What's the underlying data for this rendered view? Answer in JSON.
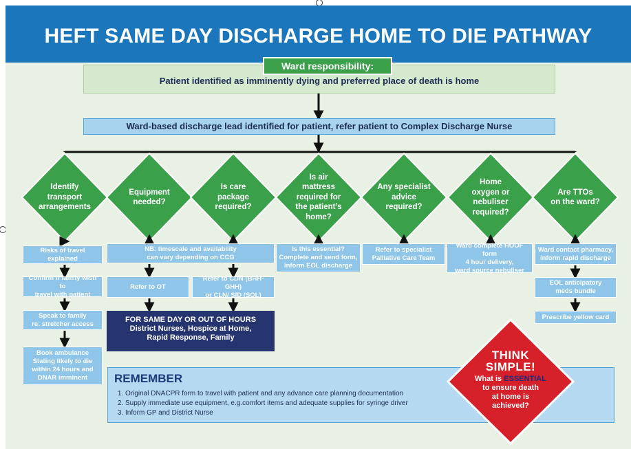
{
  "title": "HEFT SAME DAY DISCHARGE HOME TO DIE PATHWAY",
  "ward_label": "Ward responsibility:",
  "ward_text": "Patient identified as imminently dying and preferred place of death is home",
  "lead_text": "Ward-based discharge lead identified for patient, refer patient to Complex Discharge Nurse",
  "diamonds": [
    {
      "lines": [
        "Identify",
        "transport",
        "arrangements"
      ]
    },
    {
      "lines": [
        "Equipment",
        "needed?"
      ]
    },
    {
      "lines": [
        "Is care",
        "package",
        "required?"
      ]
    },
    {
      "lines": [
        "Is air",
        "mattress",
        "required for",
        "the patient’s",
        "home?"
      ]
    },
    {
      "lines": [
        "Any specialist",
        "advice",
        "required?"
      ]
    },
    {
      "lines": [
        "Home",
        "oxygen or",
        "nebuliser",
        "required?"
      ]
    },
    {
      "lines": [
        "Are TTOs",
        "on the ward?"
      ]
    }
  ],
  "boxes": {
    "transport": [
      {
        "lines": [
          "Risks of travel explained"
        ]
      },
      {
        "lines": [
          "Confirm if family wish to",
          "travel with patient"
        ]
      },
      {
        "lines": [
          "Speak to family",
          "re: stretcher access"
        ]
      },
      {
        "lines": [
          "Book ambulance",
          "Stating likely to die",
          "within 24 hours and",
          "DNAR imminent"
        ]
      }
    ],
    "nb": {
      "lines": [
        "NB: timescale and availability",
        "can vary depending on CCG"
      ]
    },
    "refer_ot": {
      "lines": [
        "Refer to OT"
      ]
    },
    "refer_cdn": {
      "lines": [
        "Refer to CDN (BHH-GHH)",
        "or CLN/ SID (SOL)"
      ]
    },
    "mattress": {
      "lines": [
        "Is this essential?",
        "Complete and send form,",
        "inform EOL discharge"
      ]
    },
    "specialist": {
      "lines": [
        "Refer to specialist",
        "Palliative Care Team"
      ]
    },
    "oxygen": {
      "lines": [
        "Ward complete HOOF form",
        "4 hour delivery,",
        "ward source nebuliser"
      ]
    },
    "tto": [
      {
        "lines": [
          "Ward contact pharmacy,",
          "inform rapid discharge"
        ]
      },
      {
        "lines": [
          "EOL anticipatory",
          "meds bundle"
        ]
      },
      {
        "lines": [
          "Prescribe yellow card"
        ]
      }
    ]
  },
  "out_of_hours": {
    "lines": [
      "FOR SAME DAY OR OUT OF HOURS",
      "District Nurses, Hospice at Home,",
      "Rapid Response, Family"
    ]
  },
  "remember": {
    "heading": "REMEMBER",
    "items": [
      "Original DNACPR form to travel with patient and any advance care planning documentation",
      "Supply immediate use equipment, e.g.comfort items and adequate supplies for syringe driver",
      "Inform GP and District Nurse"
    ]
  },
  "think": {
    "heading1": "THINK",
    "heading2": "SIMPLE!",
    "line1_before": "What is ",
    "line1_highlight": "ESSENTIAL",
    "lines": [
      "to ensure death",
      "at home is",
      "achieved?"
    ]
  },
  "colors": {
    "banner": "#1b76bc",
    "diamond": "#3aa14a",
    "box_blue": "#8ec5e8",
    "navy": "#26356f",
    "red": "#d6202a",
    "page_bg": "#e8f1e3"
  }
}
